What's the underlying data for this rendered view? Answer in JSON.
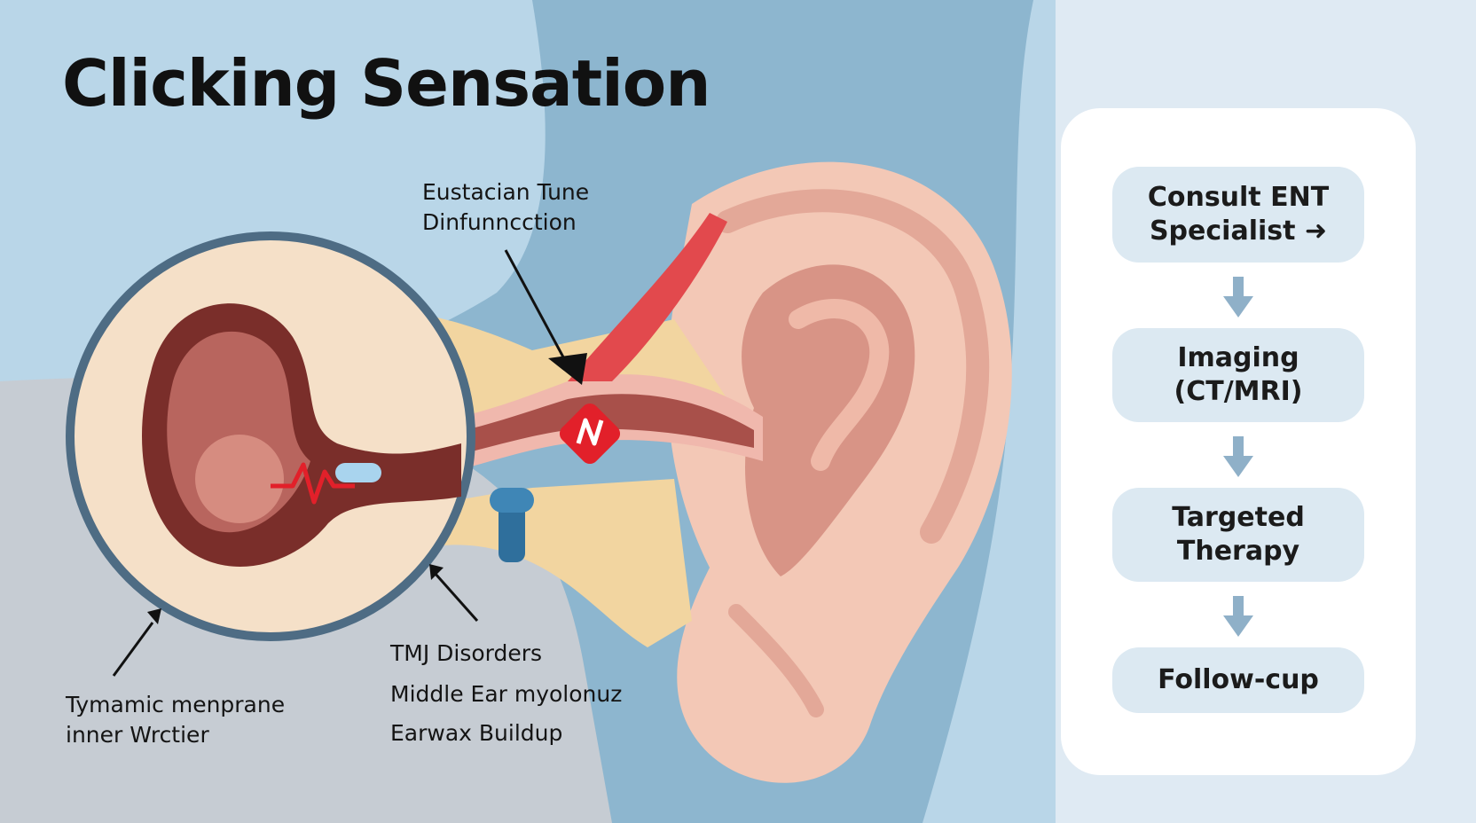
{
  "title": "Clicking Sensation",
  "labels": {
    "eustachian": "Eustacian Tune\nDinfunncction",
    "tympanic": "Tymamic menprane\ninner  Wrctier",
    "causes": [
      "TMJ Disorders",
      "Middle Ear myolonuz",
      "Earwax Buildup"
    ]
  },
  "pathway": {
    "steps": [
      {
        "label": "Consult ENT\nSpecialist ➜"
      },
      {
        "label": "Imaging\n(CT/MRI)"
      },
      {
        "label": "Targeted\nTherapy"
      },
      {
        "label": "Follow-cup"
      }
    ]
  },
  "colors": {
    "background_light": "#dfeaf3",
    "background_mid": "#9fc2d8",
    "skin": "#f3c8b6",
    "canal": "#a8504a",
    "bone": "#f2d5a0",
    "circle_border": "#4e6c84",
    "panel_step": "#dce9f2",
    "arrow_blue": "#8fb0c8",
    "alert_red": "#e2202a"
  }
}
